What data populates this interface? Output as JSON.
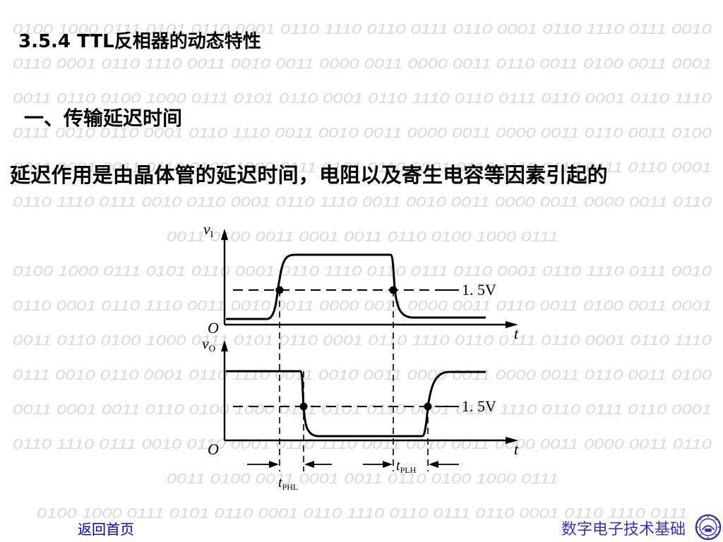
{
  "slide": {
    "title": "3.5.4 TTL反相器的动态特性",
    "subtitle": "一、传输延迟时间",
    "description": "延迟作用是由晶体管的延迟时间，电阻以及寄生电容等因素引起的"
  },
  "background": {
    "binary_lines": [
      "0100 1000 0111 0101 0110 0001 0110 1110 0110 0111 0110 0001 0110 1110 0111 0010",
      "0110 0001 0110 1110 0011 0010 0011 0000 0011 0000 0011 0110 0011 0100 0011 0001",
      "0011 0110 0100 1000 0111 0101 0110 0001 0110 1110 0110 0111 0110 0001 0110 1110",
      "0111 0010 0110 0001 0110 1110 0011 0010 0011 0000 0011 0000 0011 0110 0011 0100",
      "0011 0001 0011 0110 0100 1000 0111 0101 0110 0001 0110 1110 0110 0111 0110 0001",
      "0110 1110 0111 0010 0110 0001 0110 1110 0011 0010 0011 0000 0011 0000 0011 0110",
      "0011 0100 0011 0001 0011 0110 0100 1000 0111",
      "0100 1000 0111 0101 0110 0001 0110 1110 0110 0111 0110 0001 0110 1110 0111 0010",
      "0110 0001 0110 1110 0011 0010 0011 0000 0011 0000 0011 0110 0011 0100 0011 0001",
      "0011 0110 0100 1000 0111 0101 0110 0001 0110 1110 0110 0111 0110 0001 0110 1110",
      "0111 0010 0110 0001 0110 1110 0011 0010 0011 0000 0011 0000 0011 0110 0011 0100",
      "0011 0001 0011 0110 0100 1000 0111 0101 0110 0001 0110 1110 0110 0111 0110 0001",
      "0110 1110 0111 0010 0110 0001 0110 1110 0011 0010 0011 0000 0011 0000 0011 0110",
      "0011 0100 0011 0001 0011 0110 0100 1000 0111",
      "0100 1000 0111 0101 0110 0001 0110 1110 0110 0111 0110 0001 0110 1110 0111"
    ]
  },
  "diagram": {
    "input_label_main": "v",
    "input_label_sub": "I",
    "output_label_main": "v",
    "output_label_sub": "O",
    "origin_label": "O",
    "time_label": "t",
    "threshold_label": "1. 5V",
    "tphl_main": "t",
    "tphl_sub": "PHL",
    "tplh_main": "t",
    "tplh_sub": "PLH"
  },
  "footer": {
    "home_link": "返回首页",
    "brand": "数字电子技术基础",
    "logo_icon": "university-seal-icon"
  },
  "colors": {
    "link": "#0000cc",
    "brand": "#3333cc",
    "watermark": "#d9d9d9"
  }
}
